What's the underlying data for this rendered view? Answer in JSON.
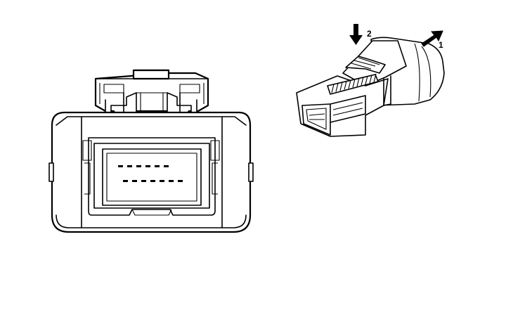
{
  "diagram": {
    "subject": "connector",
    "front_view": {
      "pin_rows": [
        6,
        7
      ]
    },
    "side_view": {
      "arrows": [
        {
          "label": "1",
          "icon": "arrow-diagonal-up-right-icon"
        },
        {
          "label": "2",
          "icon": "arrow-down-icon"
        }
      ]
    }
  }
}
